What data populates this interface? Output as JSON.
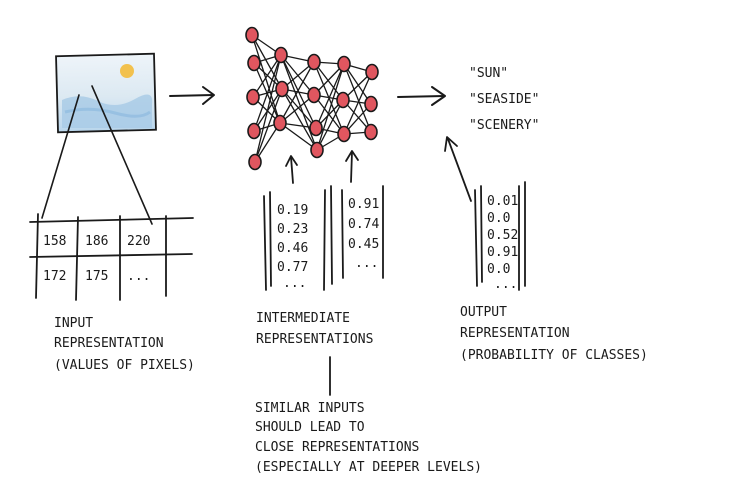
{
  "input": {
    "pixel_grid": {
      "row1": [
        "158",
        "186",
        "220"
      ],
      "row2": [
        "172",
        "175",
        "..."
      ]
    },
    "label": {
      "line1": "INPUT",
      "line2": "REPRESENTATION",
      "line3": "(VALUES OF PIXELS)"
    }
  },
  "intermediate": {
    "vector1": [
      "0.19",
      "0.23",
      "0.46",
      "0.77",
      "..."
    ],
    "vector2": [
      "0.91",
      "0.74",
      "0.45",
      "..."
    ],
    "label": {
      "line1": "INTERMEDIATE",
      "line2": "REPRESENTATIONS"
    }
  },
  "output": {
    "classes": [
      "\"SUN\"",
      "\"SEASIDE\"",
      "\"SCENERY\""
    ],
    "vector": [
      "0.01",
      "0.0",
      "0.52",
      "0.91",
      "0.0",
      "..."
    ],
    "label": {
      "line1": "OUTPUT",
      "line2": "REPRESENTATION",
      "line3": "(PROBABILITY OF CLASSES)"
    }
  },
  "note": {
    "line1": "SIMILAR INPUTS",
    "line2": "SHOULD LEAD TO",
    "line3": "CLOSE REPRESENTATIONS",
    "line4": "(ESPECIALLY AT DEEPER LEVELS)"
  },
  "colors": {
    "neuron": "#e0565f",
    "sky": "#dce9f2",
    "sea": "#a9cbe6",
    "sun": "#f2c14e",
    "ink": "#1a1a1a"
  }
}
